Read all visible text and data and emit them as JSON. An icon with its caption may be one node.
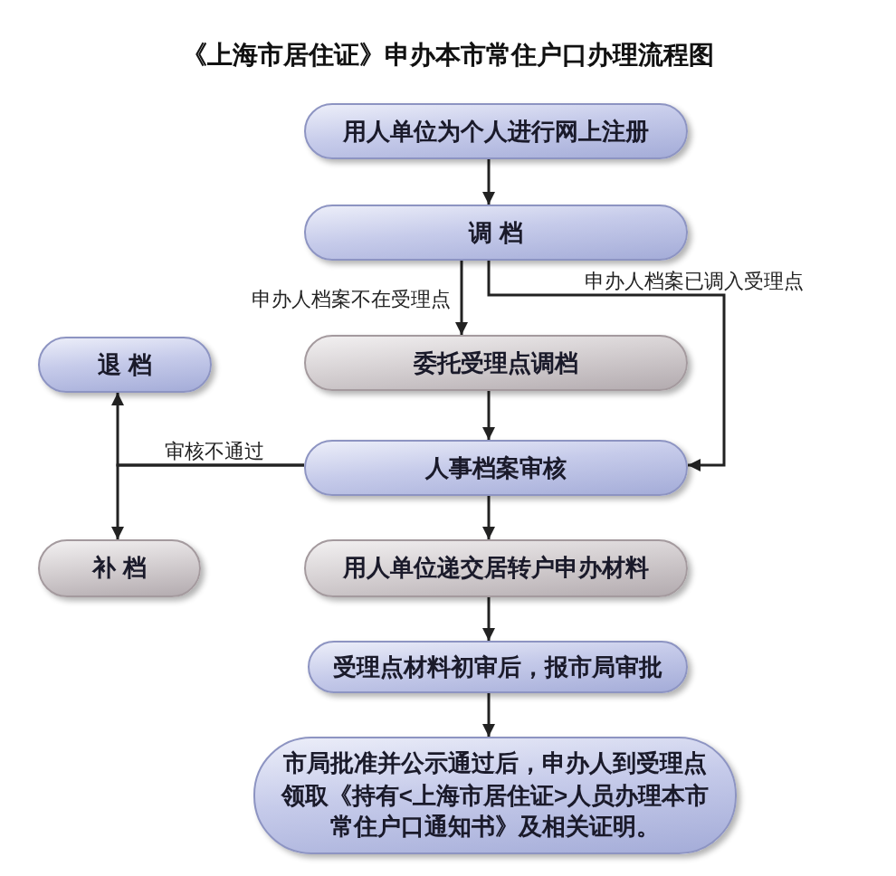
{
  "diagram": {
    "title": "《上海市居住证》申办本市常住户口办理流程图",
    "nodes": [
      {
        "text": [
          "用人单位为个人进行网上注册"
        ]
      },
      {
        "text": [
          "调 档"
        ]
      },
      {
        "text": [
          "退 档"
        ]
      },
      {
        "text": [
          "委托受理点调档"
        ]
      },
      {
        "text": [
          "人事档案审核"
        ]
      },
      {
        "text": [
          "补 档"
        ]
      },
      {
        "text": [
          "用人单位递交居转户申办材料"
        ]
      },
      {
        "text": [
          "受理点材料初审后，报市局审批"
        ]
      },
      {
        "text": [
          "市局批准并公示通过后，申办人到受理点领取《持有<上海市居住证>人员办理本市常住户口通知书》及相关证明。"
        ]
      }
    ],
    "edges": [
      {
        "from": 0,
        "to": 1,
        "arrow": "to"
      },
      {
        "from": 1,
        "to": 3,
        "arrow": "to",
        "label": "申办人档案不在受理点"
      },
      {
        "from": 1,
        "to": 4,
        "arrow": "to",
        "label": "申办人档案已调入受理点"
      },
      {
        "from": 3,
        "to": 4,
        "arrow": "to"
      },
      {
        "from": 4,
        "to": 2,
        "arrow": "to",
        "label": "审核不通过"
      },
      {
        "from": 4,
        "to": 5,
        "arrow": "to"
      },
      {
        "from": 4,
        "to": 6,
        "arrow": "to"
      },
      {
        "from": 6,
        "to": 7,
        "arrow": "to"
      },
      {
        "from": 7,
        "to": 8,
        "arrow": "to"
      }
    ]
  }
}
